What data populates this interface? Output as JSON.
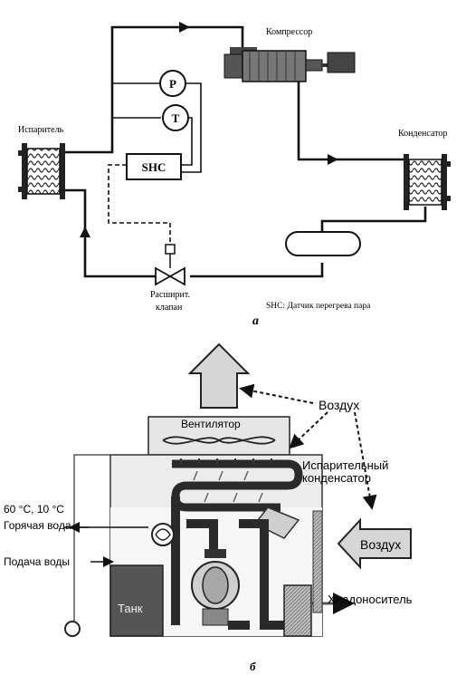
{
  "diagram_a": {
    "compressor": "Компрессор",
    "evaporator": "Испаритель",
    "condenser": "Конденсатор",
    "pressure_symbol": "P",
    "temperature_symbol": "T",
    "shc_box": "SHC",
    "expansion_valve_line1": "Расширит.",
    "expansion_valve_line2": "клапан",
    "shc_legend": "SHC: Датчик перегрева пара",
    "caption": "а"
  },
  "diagram_b": {
    "fan": "Вентилятор",
    "air_top": "Воздух",
    "evap_condenser_line1": "Испарительный",
    "evap_condenser_line2": "конденсатор",
    "air_right": "Воздух",
    "temps": "60 °С, 10 °С",
    "hot_water": "Горячая вода",
    "water_supply": "Подача воды",
    "tank": "Танк",
    "coolant": "Хладоноситель",
    "caption": "б"
  }
}
